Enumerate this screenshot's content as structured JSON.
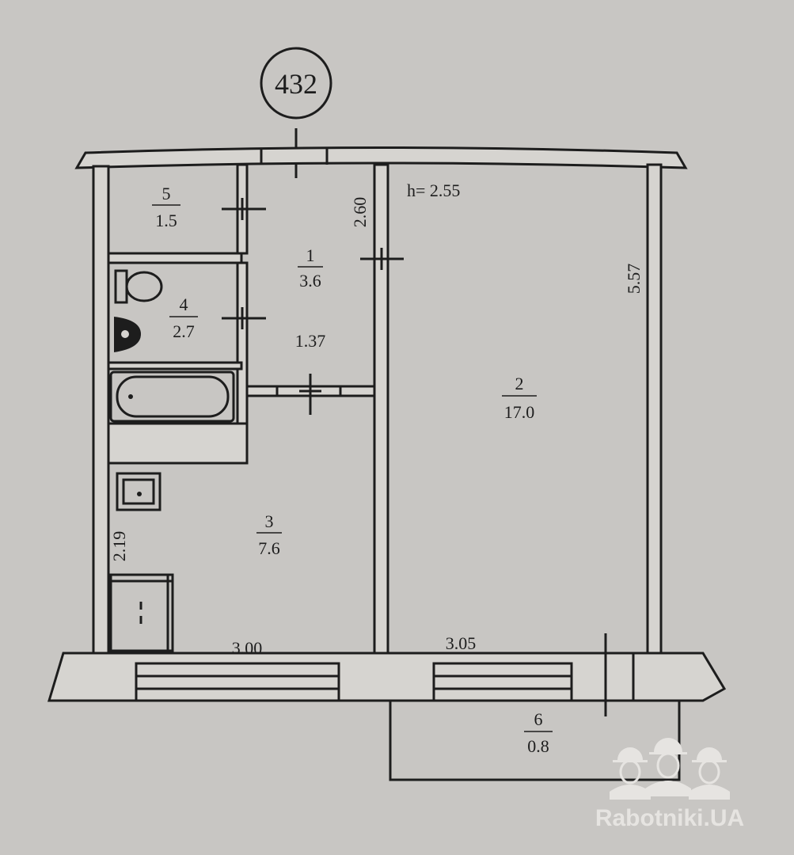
{
  "plan": {
    "number": "432",
    "ceiling_height": "h= 2.55",
    "dimensions": {
      "corridor_width": "2.60",
      "room_length": "5.57",
      "corridor_length": "1.37",
      "kitchen_side": "2.19",
      "kitchen_width": "3.00",
      "room_width": "3.05"
    },
    "rooms": [
      {
        "number": "1",
        "area": "3.6"
      },
      {
        "number": "2",
        "area": "17.0"
      },
      {
        "number": "3",
        "area": "7.6"
      },
      {
        "number": "4",
        "area": "2.7"
      },
      {
        "number": "5",
        "area": "1.5"
      },
      {
        "number": "6",
        "area": "0.8"
      }
    ]
  },
  "watermark": {
    "text": "Rabotniki.UA"
  },
  "colors": {
    "paper": "#c8c6c3",
    "ink": "#1d1d1d",
    "watermark": "#e6e4e1"
  }
}
